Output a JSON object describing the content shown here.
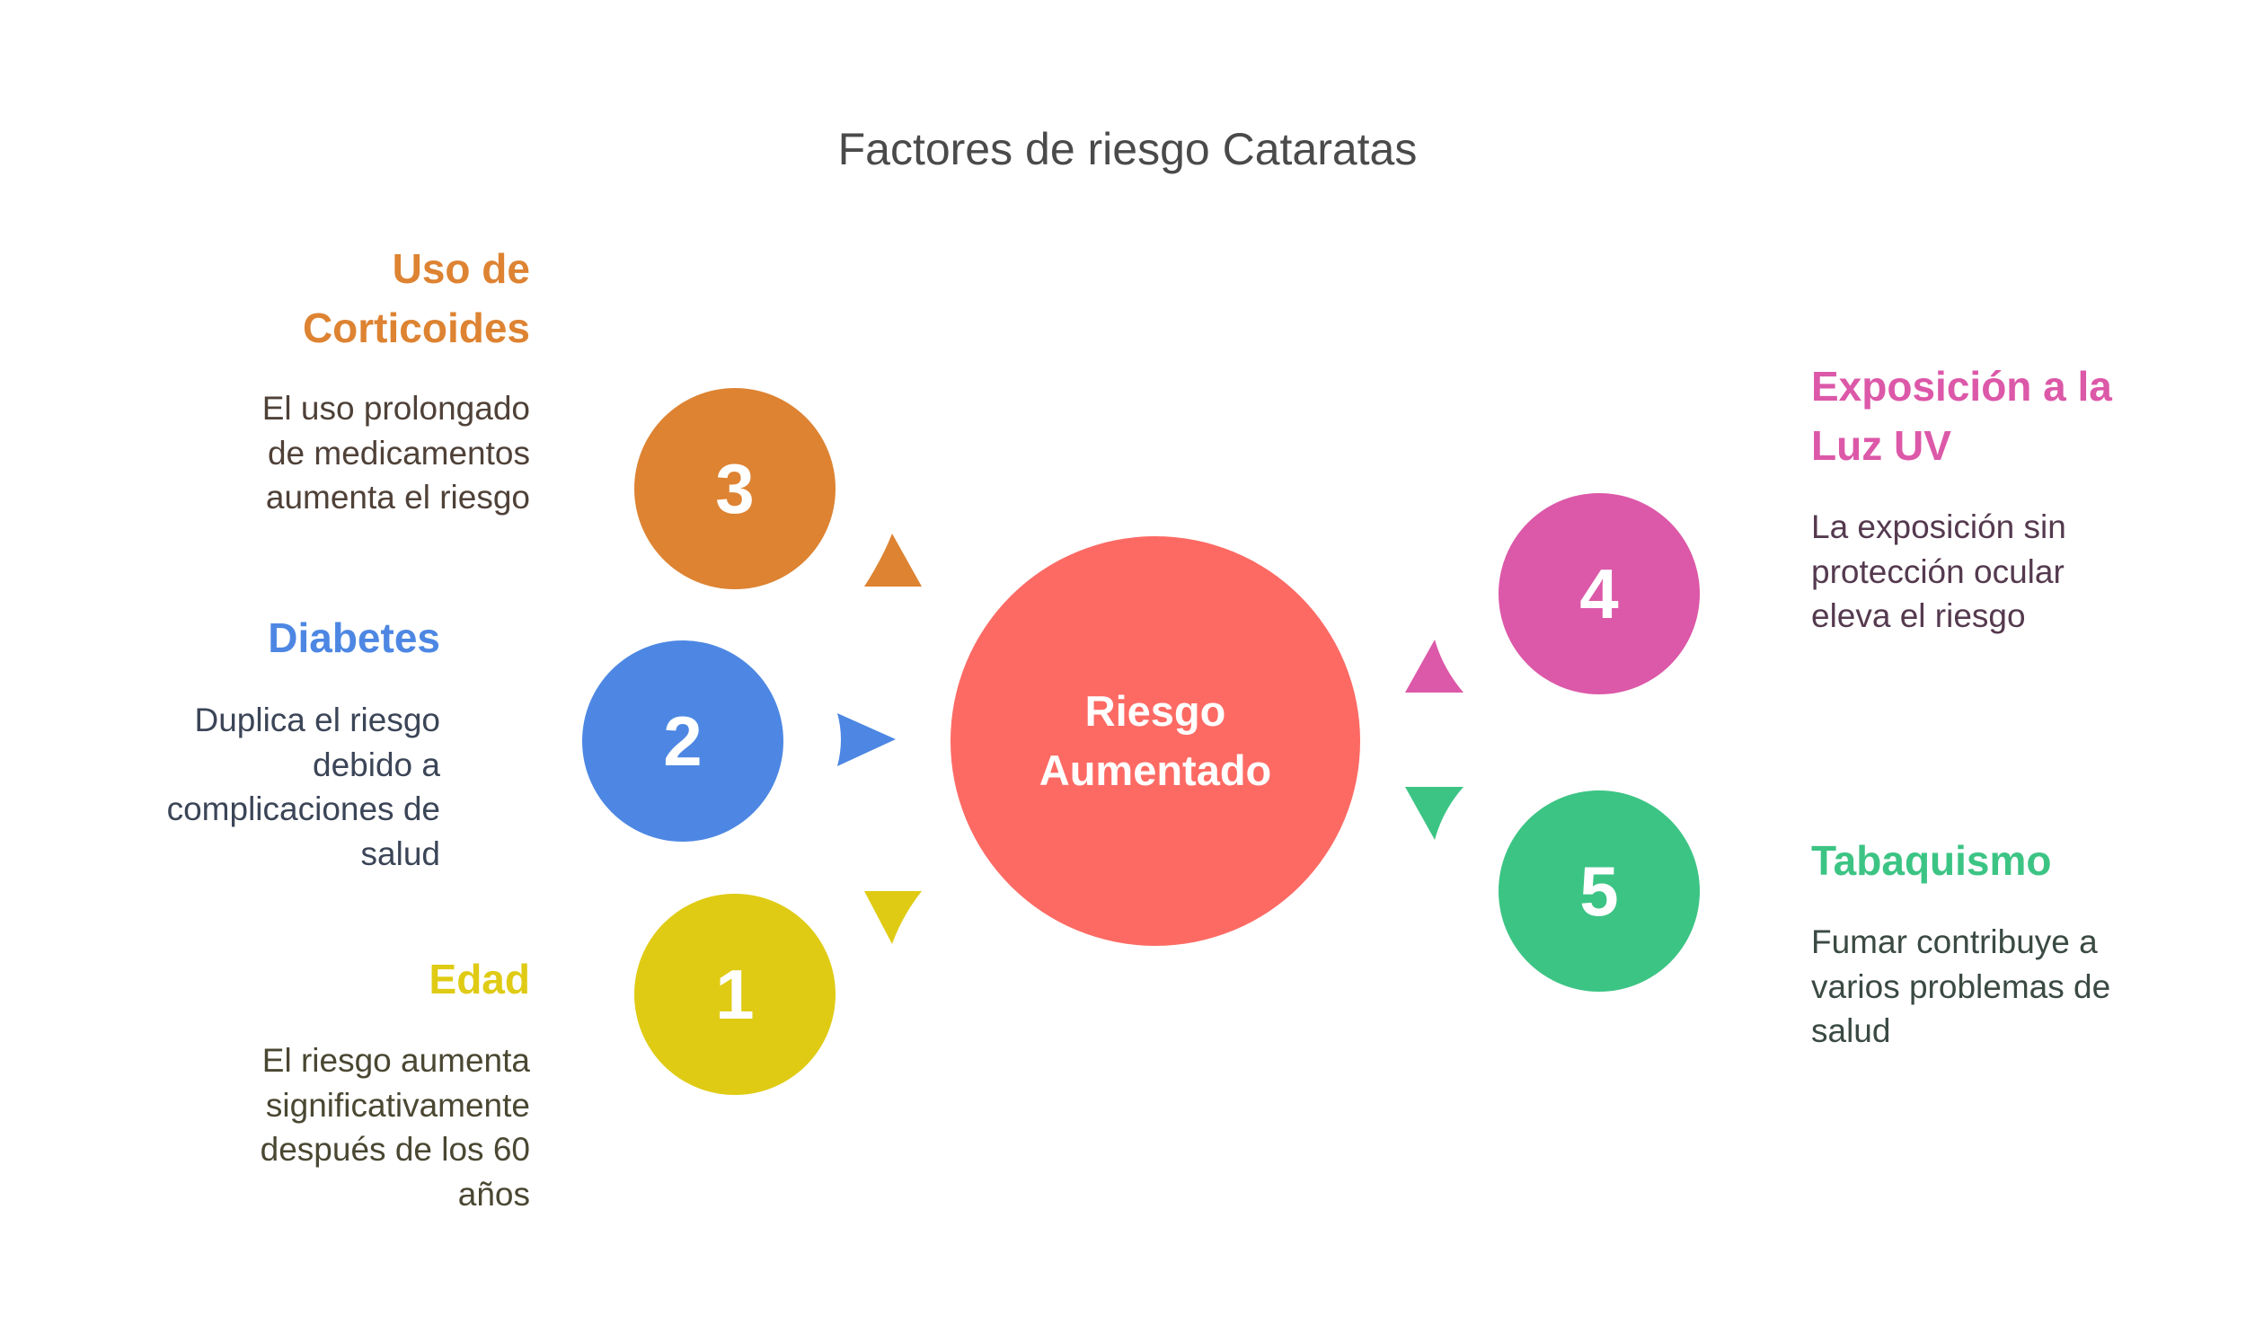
{
  "title": "Factores de riesgo Cataratas",
  "center": {
    "line1": "Riesgo",
    "line2": "Aumentado",
    "color": "#FD6A64"
  },
  "factors": [
    {
      "number": "1",
      "title": "Edad",
      "title_lines": [
        "Edad"
      ],
      "description_lines": [
        "El riesgo aumenta",
        "significativamente",
        "después de los 60",
        "años"
      ],
      "color": "#DFCB14",
      "text_color": "#4A4732",
      "arrow": "triangle-down-icon"
    },
    {
      "number": "2",
      "title": "Diabetes",
      "title_lines": [
        "Diabetes"
      ],
      "description_lines": [
        "Duplica el riesgo",
        "debido a",
        "complicaciones de",
        "salud"
      ],
      "color": "#4D87E3",
      "text_color": "#3B4557",
      "arrow": "triangle-right-icon"
    },
    {
      "number": "3",
      "title": "Uso de Corticoides",
      "title_lines": [
        "Uso de",
        "Corticoides"
      ],
      "description_lines": [
        "El uso prolongado",
        "de medicamentos",
        "aumenta el riesgo"
      ],
      "color": "#DD8332",
      "text_color": "#4F4138",
      "arrow": "triangle-up-icon"
    },
    {
      "number": "4",
      "title": "Exposición a la Luz UV",
      "title_lines": [
        "Exposición a la",
        "Luz UV"
      ],
      "description_lines": [
        "La exposición sin",
        "protección ocular",
        "eleva el riesgo"
      ],
      "color": "#DC58A8",
      "text_color": "#553A4F",
      "arrow": "triangle-up-icon"
    },
    {
      "number": "5",
      "title": "Tabaquismo",
      "title_lines": [
        "Tabaquismo"
      ],
      "description_lines": [
        "Fumar contribuye a",
        "varios problemas de",
        "salud"
      ],
      "color": "#3CC484",
      "text_color": "#3A4A42",
      "arrow": "triangle-down-icon"
    }
  ]
}
